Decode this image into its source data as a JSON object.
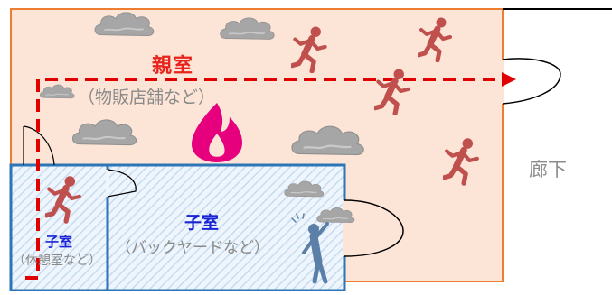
{
  "labels": {
    "parent_room": "親室",
    "parent_room_example": "（物販店舗など）",
    "child_room_large": "子室",
    "child_room_large_example": "（バックヤードなど）",
    "child_room_small": "子室",
    "child_room_small_example": "（休憩室など）",
    "corridor": "廊下"
  },
  "colors": {
    "parent_fill": "#fce4d6",
    "parent_border": "#ed7d31",
    "child_border": "#2e75b6",
    "child_hatch": "#bdd7ee",
    "evac_route": "#e00000",
    "fire": "#e6007e",
    "smoke": "#a6a6a6",
    "runner": "#c0504d",
    "trapped_person": "#5b7fa6"
  },
  "icons": {
    "fire": "flame-icon",
    "smoke": "smoke-cloud-icon",
    "evacuee": "running-person-icon",
    "trapped": "trapped-person-icon"
  }
}
